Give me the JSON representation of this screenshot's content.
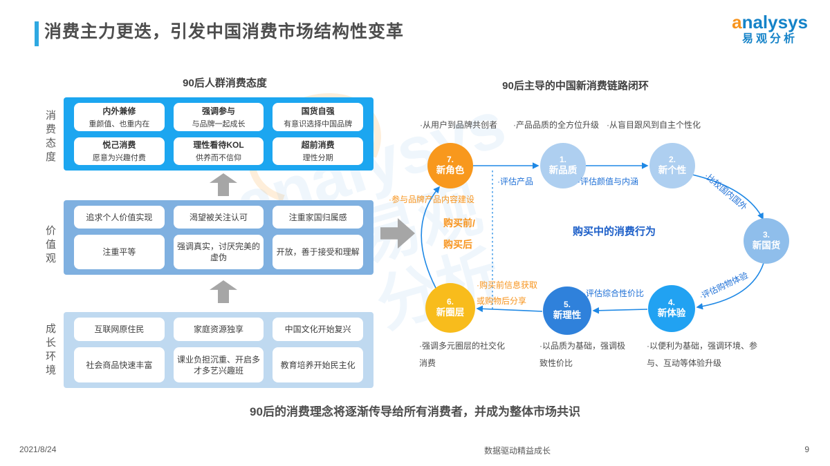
{
  "colors": {
    "accent-blue": "#2EA8E1",
    "title-gray": "#4D4D4D",
    "attitude-bg": "#1CA6F0",
    "values-bg": "#7FB0E0",
    "growth-bg": "#BFD9F0",
    "arrow-gray": "#A6A6A6",
    "flow-line-blue": "#1E88E5",
    "flow-text-blue": "#1D6FD6",
    "text-blue": "#1B5EC8",
    "orange": "#F7941E",
    "node-orange": "#F8981D",
    "node-amber": "#F8BC1C",
    "node-pale": "#AECFF0",
    "node-mid": "#8FBEEB",
    "node-bright": "#21A2F2",
    "node-deep": "#2F81DB"
  },
  "header": {
    "title": "消费主力更迭，引发中国消费市场结构性变革",
    "logo_main": "analysys",
    "logo_sub": "易观分析"
  },
  "watermark": {
    "en": "analysys",
    "zh": "易观分析"
  },
  "left_panel": {
    "title": "90后人群消费态度",
    "sections": [
      {
        "label": "消费态度",
        "items": [
          {
            "t": "内外兼修",
            "d": "重颜值、也重内在"
          },
          {
            "t": "强调参与",
            "d": "与品牌一起成长"
          },
          {
            "t": "国货自强",
            "d": "有意识选择中国品牌"
          },
          {
            "t": "悦己消费",
            "d": "愿意为兴趣付费"
          },
          {
            "t": "理性看待KOL",
            "d": "供养而不信仰"
          },
          {
            "t": "超前消费",
            "d": "理性分期"
          }
        ]
      },
      {
        "label": "价值观",
        "items": [
          {
            "t": "追求个人价值实现"
          },
          {
            "t": "渴望被关注认可"
          },
          {
            "t": "注重家国归属感"
          },
          {
            "t": "注重平等"
          },
          {
            "t": "强调真实，讨厌完美的虚伪"
          },
          {
            "t": "开放，善于接受和理解"
          }
        ]
      },
      {
        "label": "成长环境",
        "items": [
          {
            "t": "互联网原住民"
          },
          {
            "t": "家庭资源独享"
          },
          {
            "t": "中国文化开始复兴"
          },
          {
            "t": "社会商品快速丰富"
          },
          {
            "t": "课业负担沉重、开启多才多艺兴趣班"
          },
          {
            "t": "教育培养开始民主化"
          }
        ]
      }
    ]
  },
  "right_panel": {
    "title": "90后主导的中国新消费链路闭环",
    "top_bullets": [
      "·从用户到品牌共创者",
      "·产品品质的全方位升级",
      "·从盲目跟风到自主个性化"
    ],
    "circles": [
      {
        "num": "1.",
        "label": "新品质"
      },
      {
        "num": "2.",
        "label": "新个性"
      },
      {
        "num": "3.",
        "label": "新国货"
      },
      {
        "num": "4.",
        "label": "新体验"
      },
      {
        "num": "5.",
        "label": "新理性"
      },
      {
        "num": "6.",
        "label": "新圈层"
      },
      {
        "num": "7.",
        "label": "新角色"
      }
    ],
    "labels": {
      "evaluate_product": "·评估产品",
      "evaluate_looks": "·评估颜值与内涵",
      "compare_domestic": "·比较国内国外",
      "evaluate_shopping": "·评估购物体验",
      "evaluate_value": "·评估综合性价比",
      "participate": "·参与品牌产品内容建设",
      "pre_line1": "购买前/",
      "pre_line2": "购买后",
      "during": "购买中的消费行为",
      "info_line1": "·购买前信息获取",
      "info_line2": "或购物后分享"
    },
    "bottom_bullets": [
      "·强调多元圈层的社交化消费",
      "·以品质为基础，强调极致性价比",
      "·以便利为基础，强调环境、参与、互动等体验升级"
    ]
  },
  "footer_statement": "90后的消费理念将逐渐传导给所有消费者，并成为整体市场共识",
  "footer": {
    "date": "2021/8/24",
    "center": "数据驱动精益成长",
    "page": "9"
  }
}
